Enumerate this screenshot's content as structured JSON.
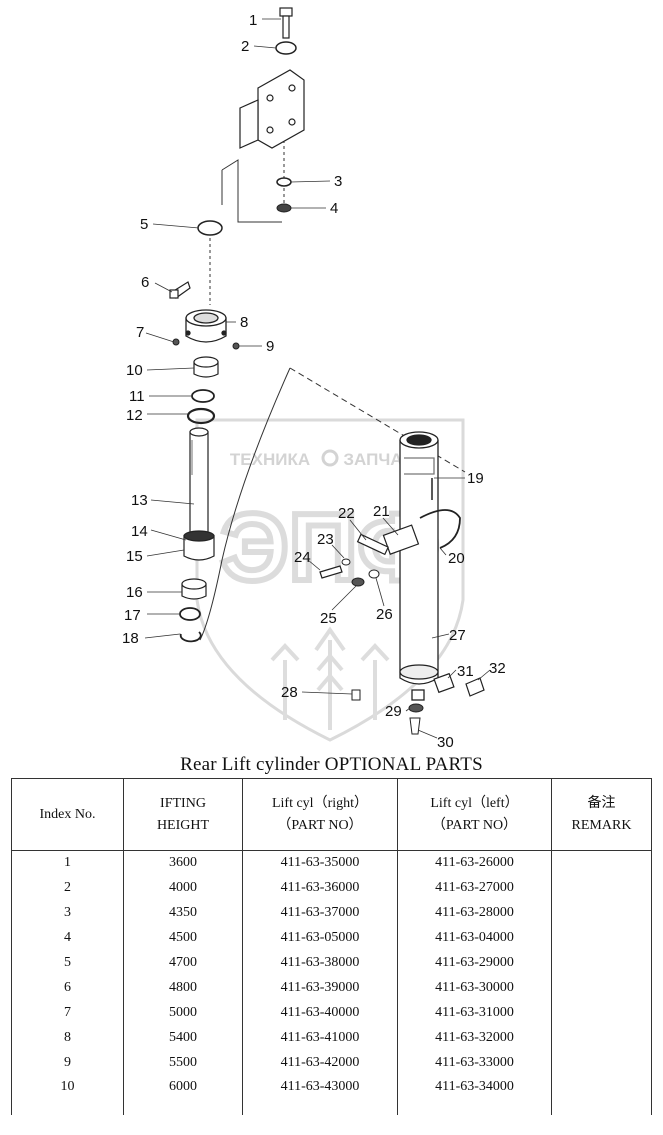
{
  "diagram": {
    "watermark": {
      "line1_left": "ТЕХНИКА",
      "line1_right": "ЗАПЧАСТИ",
      "emblem": "ЭПФ",
      "emblem_shape": "shield-icon"
    },
    "callouts": [
      "1",
      "2",
      "3",
      "4",
      "5",
      "6",
      "7",
      "8",
      "9",
      "10",
      "11",
      "12",
      "13",
      "14",
      "15",
      "16",
      "17",
      "18",
      "19",
      "20",
      "21",
      "22",
      "23",
      "24",
      "25",
      "26",
      "27",
      "28",
      "29",
      "30",
      "31",
      "32"
    ]
  },
  "title": "Rear Lift cylinder OPTIONAL PARTS",
  "table": {
    "headers": {
      "index": "Index No.",
      "height_l1": "IFTING",
      "height_l2": "HEIGHT",
      "right_l1": "Lift cyl（right）",
      "right_l2": "（PART NO）",
      "left_l1": "Lift cyl（left）",
      "left_l2": "（PART NO）",
      "remark_l1": "备注",
      "remark_l2": "REMARK"
    },
    "rows": [
      {
        "index": "1",
        "height": "3600",
        "right": "411-63-35000",
        "left": "411-63-26000",
        "remark": ""
      },
      {
        "index": "2",
        "height": "4000",
        "right": "411-63-36000",
        "left": "411-63-27000",
        "remark": ""
      },
      {
        "index": "3",
        "height": "4350",
        "right": "411-63-37000",
        "left": "411-63-28000",
        "remark": ""
      },
      {
        "index": "4",
        "height": "4500",
        "right": "411-63-05000",
        "left": "411-63-04000",
        "remark": ""
      },
      {
        "index": "5",
        "height": "4700",
        "right": "411-63-38000",
        "left": "411-63-29000",
        "remark": ""
      },
      {
        "index": "6",
        "height": "4800",
        "right": "411-63-39000",
        "left": "411-63-30000",
        "remark": ""
      },
      {
        "index": "7",
        "height": "5000",
        "right": "411-63-40000",
        "left": "411-63-31000",
        "remark": ""
      },
      {
        "index": "8",
        "height": "5400",
        "right": "411-63-41000",
        "left": "411-63-32000",
        "remark": ""
      },
      {
        "index": "9",
        "height": "5500",
        "right": "411-63-42000",
        "left": "411-63-33000",
        "remark": ""
      },
      {
        "index": "10",
        "height": "6000",
        "right": "411-63-43000",
        "left": "411-63-34000",
        "remark": ""
      }
    ]
  }
}
